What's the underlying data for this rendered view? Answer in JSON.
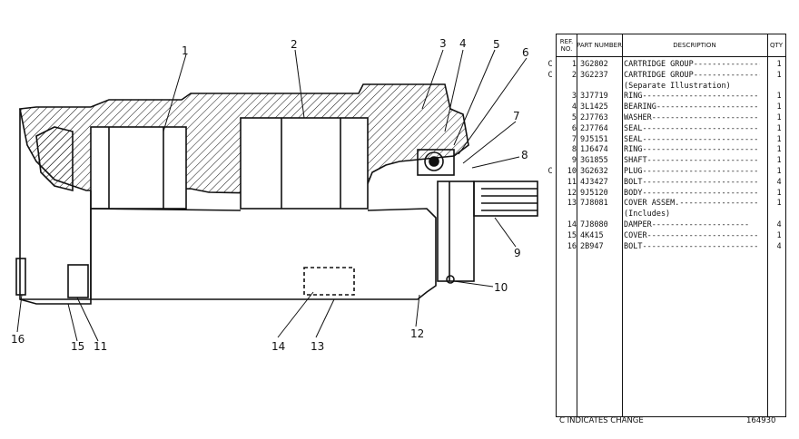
{
  "table": {
    "headers": {
      "ref_no": "REF. NO.",
      "part_number": "PART NUMBER",
      "description": "DESCRIPTION",
      "qty": "QTY"
    },
    "rows": [
      {
        "chg": "C",
        "ref": "1",
        "pn": "3G2802",
        "desc": "CARTRIDGE GROUP-----------------",
        "qty": "1"
      },
      {
        "chg": "C",
        "ref": "2",
        "pn": "3G2237",
        "desc": "CARTRIDGE GROUP-----------------",
        "qty": "1"
      },
      {
        "chg": "",
        "ref": "",
        "pn": "",
        "desc": "  (Separate Illustration)",
        "qty": ""
      },
      {
        "chg": "",
        "ref": "3",
        "pn": "3J7719",
        "desc": "RING-------------------------",
        "qty": "1"
      },
      {
        "chg": "",
        "ref": "4",
        "pn": "3L1425",
        "desc": "BEARING----------------------",
        "qty": "1"
      },
      {
        "chg": "",
        "ref": "5",
        "pn": "2J7763",
        "desc": "WASHER-----------------------",
        "qty": "1"
      },
      {
        "chg": "",
        "ref": "6",
        "pn": "2J7764",
        "desc": "SEAL-------------------------",
        "qty": "1"
      },
      {
        "chg": "",
        "ref": "7",
        "pn": "9J5151",
        "desc": "SEAL-------------------------",
        "qty": "1"
      },
      {
        "chg": "",
        "ref": "8",
        "pn": "1J6474",
        "desc": "RING-------------------------",
        "qty": "1"
      },
      {
        "chg": "",
        "ref": "9",
        "pn": "3G1855",
        "desc": "SHAFT------------------------",
        "qty": "1"
      },
      {
        "chg": "C",
        "ref": "10",
        "pn": "3G2632",
        "desc": "PLUG-------------------------",
        "qty": "1"
      },
      {
        "chg": "",
        "ref": "11",
        "pn": "4J3427",
        "desc": "BOLT-------------------------",
        "qty": "4"
      },
      {
        "chg": "",
        "ref": "12",
        "pn": "9J5120",
        "desc": "BODY-------------------------",
        "qty": "1"
      },
      {
        "chg": "",
        "ref": "13",
        "pn": "7J8081",
        "desc": "COVER ASSEM.-----------------",
        "qty": "1"
      },
      {
        "chg": "",
        "ref": "",
        "pn": "",
        "desc": "   (Includes)",
        "qty": ""
      },
      {
        "chg": "",
        "ref": "14",
        "pn": "7J8080",
        "desc": "  DAMPER---------------------",
        "qty": "4"
      },
      {
        "chg": "",
        "ref": "15",
        "pn": "4K415",
        "desc": "COVER------------------------",
        "qty": "1"
      },
      {
        "chg": "",
        "ref": "16",
        "pn": "2B947",
        "desc": "BOLT-------------------------",
        "qty": "4"
      }
    ]
  },
  "footer": {
    "note": "C INDICATES CHANGE",
    "code": "164930"
  },
  "callouts": {
    "n1": "1",
    "n2": "2",
    "n3": "3",
    "n4": "4",
    "n5": "5",
    "n6": "6",
    "n7": "7",
    "n8": "8",
    "n9": "9",
    "n10": "10",
    "n11": "11",
    "n12": "12",
    "n13": "13",
    "n14": "14",
    "n15": "15",
    "n16": "16"
  }
}
